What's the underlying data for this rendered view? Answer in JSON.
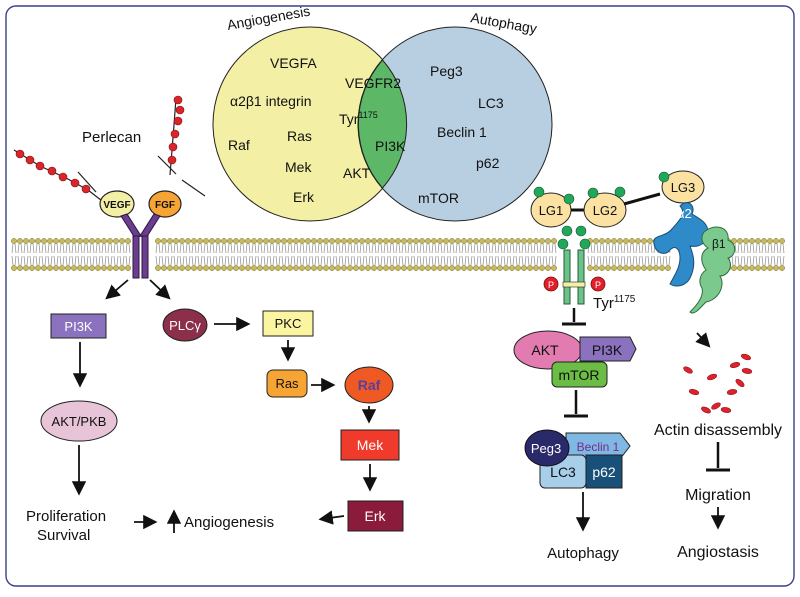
{
  "venn": {
    "left_title": "Angiogenesis",
    "right_title": "Autophagy",
    "left_items": [
      "VEGFA",
      "α2β1 integrin",
      "Raf",
      "Ras",
      "Mek",
      "Erk"
    ],
    "overlap_items": [
      "VEGFR2",
      "Tyr",
      "PI3K",
      "AKT"
    ],
    "tyr_superscript": "1175",
    "right_items": [
      "Peg3",
      "LC3",
      "Beclin 1",
      "p62",
      "mTOR"
    ],
    "colors": {
      "left": "#f3efa4",
      "overlap": "#5cb867",
      "right": "#b8cfe1"
    }
  },
  "left_panel": {
    "perlecan_label": "Perlecan",
    "vegf_label": "VEGF",
    "fgf_label": "FGF",
    "pi3k": "PI3K",
    "akt_pkb": "AKT/PKB",
    "plc": "PLCγ",
    "pkc": "PKC",
    "ras": "Ras",
    "raf": "Raf",
    "mek": "Mek",
    "erk": "Erk",
    "proliferation": "Proliferation",
    "survival": "Survival",
    "angiogenesis": "Angiogenesis"
  },
  "right_panel": {
    "lg1": "LG1",
    "lg2": "LG2",
    "lg3": "LG3",
    "alpha2": "α2",
    "beta1": "β1",
    "p_label": "P",
    "tyr": "Tyr",
    "tyr_superscript": "1175",
    "akt": "AKT",
    "pi3k": "PI3K",
    "mtor": "mTOR",
    "peg3": "Peg3",
    "beclin1": "Beclin 1",
    "lc3": "LC3",
    "p62": "p62",
    "autophagy": "Autophagy",
    "actin": "Actin disassembly",
    "migration": "Migration",
    "angiostasis": "Angiostasis"
  }
}
